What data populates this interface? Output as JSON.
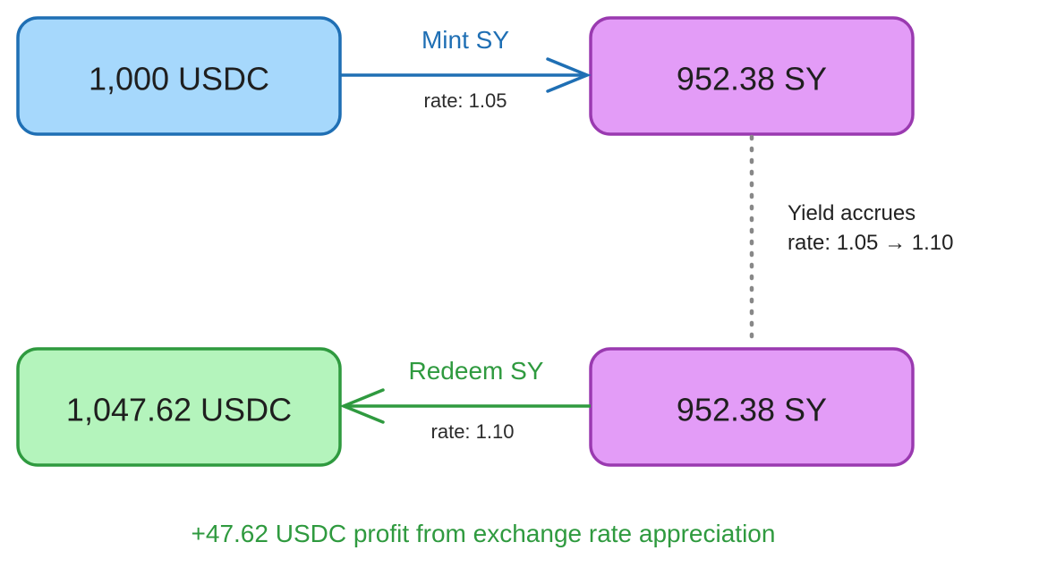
{
  "nodes": {
    "deposit": {
      "label": "1,000 USDC",
      "fill": "#a6d8fc",
      "stroke": "#1f6fb4"
    },
    "minted": {
      "label": "952.38 SY",
      "fill": "#e39cf7",
      "stroke": "#9a3ab0"
    },
    "held": {
      "label": "952.38 SY",
      "fill": "#e39cf7",
      "stroke": "#9a3ab0"
    },
    "redeemed": {
      "label": "1,047.62 USDC",
      "fill": "#b4f4bc",
      "stroke": "#2f9a3f"
    }
  },
  "edges": {
    "mint": {
      "label": "Mint SY",
      "rate": "rate: 1.05",
      "color": "#1f6fb4"
    },
    "accrue": {
      "line1": "Yield accrues",
      "line2": "rate: 1.05 → 1.10",
      "color": "#888888"
    },
    "redeem": {
      "label": "Redeem SY",
      "rate": "rate: 1.10",
      "color": "#2f9a3f"
    }
  },
  "footer": {
    "profit": "+47.62 USDC profit from exchange rate appreciation",
    "color": "#2f9a3f"
  }
}
